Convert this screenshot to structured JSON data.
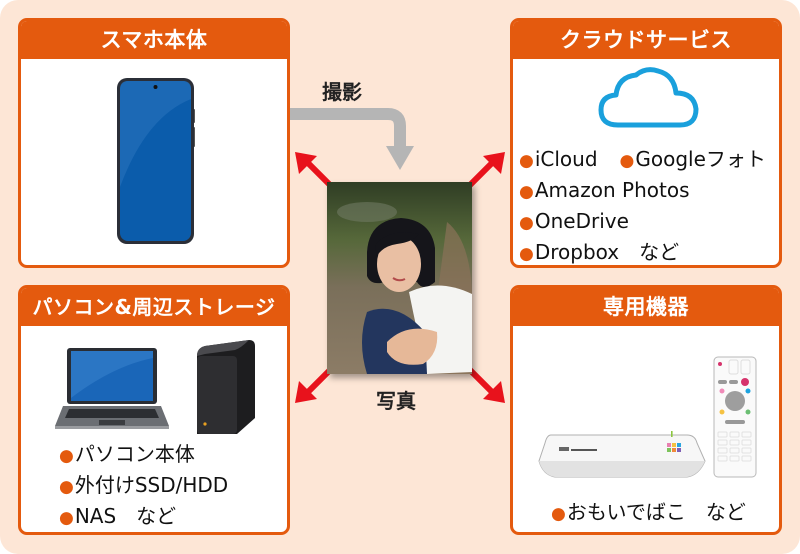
{
  "panels": {
    "phone": {
      "title": "スマホ本体"
    },
    "cloud": {
      "title": "クラウドサービス",
      "items": [
        "iCloud",
        "Googleフォト",
        "Amazon Photos",
        "OneDrive",
        "Dropbox　など"
      ]
    },
    "pc": {
      "title": "パソコン&周辺ストレージ",
      "items": [
        "パソコン本体",
        "外付けSSD/HDD",
        "NAS　など"
      ]
    },
    "device": {
      "title": "専用機器",
      "items": [
        "おもいでばこ　など"
      ]
    }
  },
  "center": {
    "capture_label": "撮影",
    "photo_label": "写真"
  },
  "bullet_glyph": "●",
  "colors": {
    "background": "#fde6d6",
    "accent_orange": "#e45a0e",
    "arrow_red": "#e8121c",
    "arrow_gray": "#b5b5b5",
    "screen_blue": "#0a5aa8"
  }
}
